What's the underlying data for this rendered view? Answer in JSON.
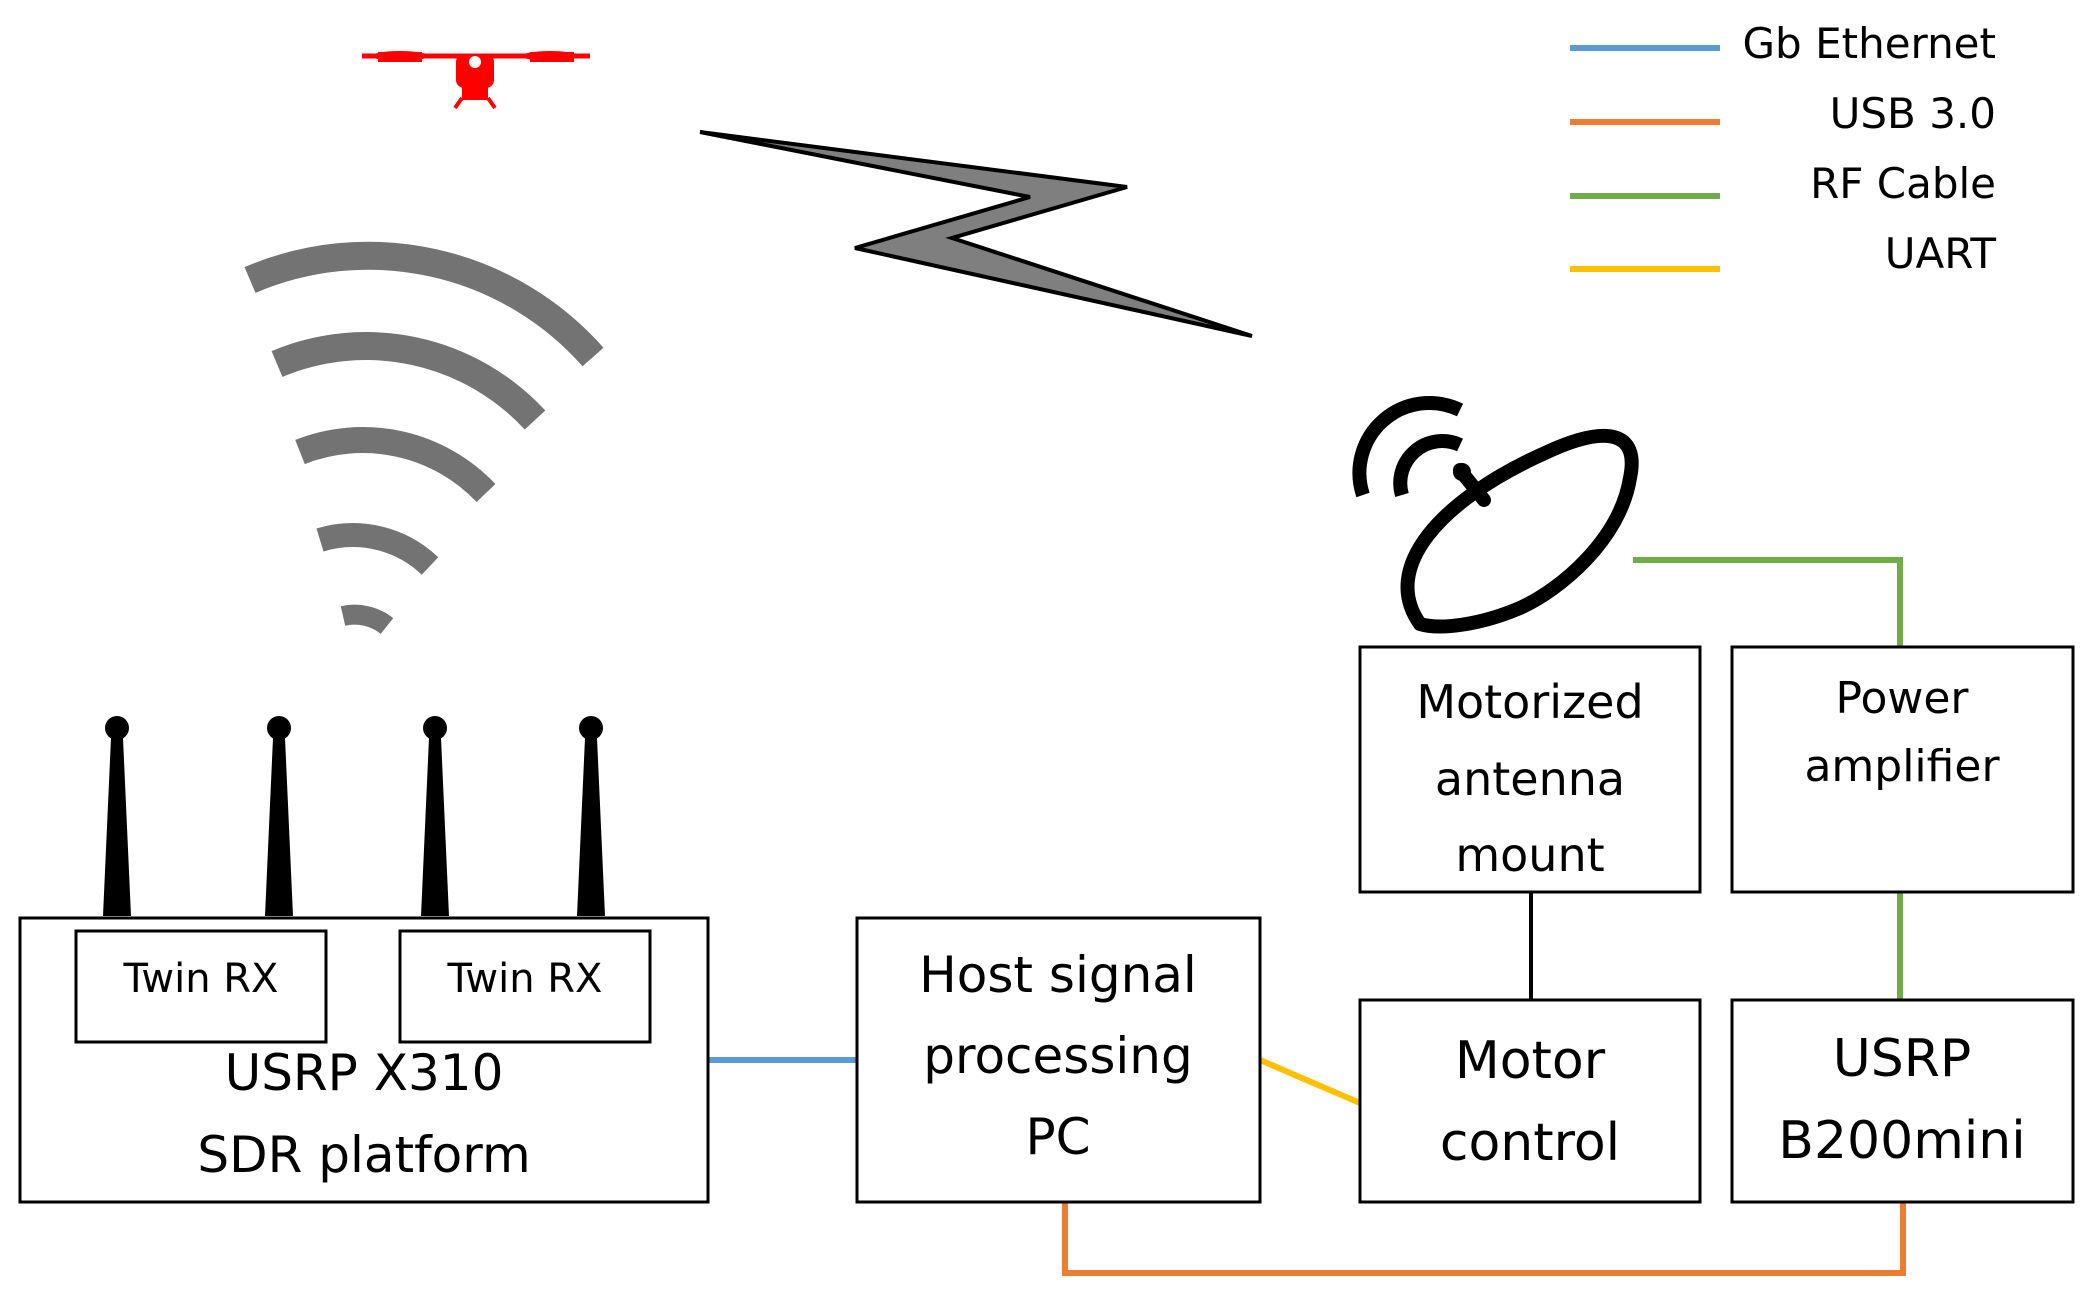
{
  "legend": [
    {
      "label": "Gb Ethernet",
      "color": "#5b9bd5"
    },
    {
      "label": "USB 3.0",
      "color": "#ed7d31"
    },
    {
      "label": "RF Cable",
      "color": "#70ad47"
    },
    {
      "label": "UART",
      "color": "#ffc000"
    }
  ],
  "blocks": {
    "usrp_x310": {
      "line1": "USRP X310",
      "line2": "SDR platform"
    },
    "twin_rx_1": "Twin RX",
    "twin_rx_2": "Twin RX",
    "host_pc": {
      "line1": "Host signal",
      "line2": "processing",
      "line3": "PC"
    },
    "motor_mount": {
      "line1": "Motorized",
      "line2": "antenna",
      "line3": "mount"
    },
    "power_amp": {
      "line1": "Power",
      "line2": "amplifier"
    },
    "motor_control": {
      "line1": "Motor",
      "line2": "control"
    },
    "usrp_b200": {
      "line1": "USRP",
      "line2": "B200mini"
    }
  },
  "icons": {
    "drone": "drone-icon",
    "wifi": "wifi-signal-icon",
    "lightning": "lightning-link-icon",
    "dish": "satellite-dish-icon",
    "antenna": "antenna-icon"
  },
  "colors": {
    "ethernet": "#5b9bd5",
    "usb": "#ed7d31",
    "rf": "#70ad47",
    "uart": "#ffc000",
    "drone": "#ff0000",
    "signal_gray": "#737373"
  }
}
